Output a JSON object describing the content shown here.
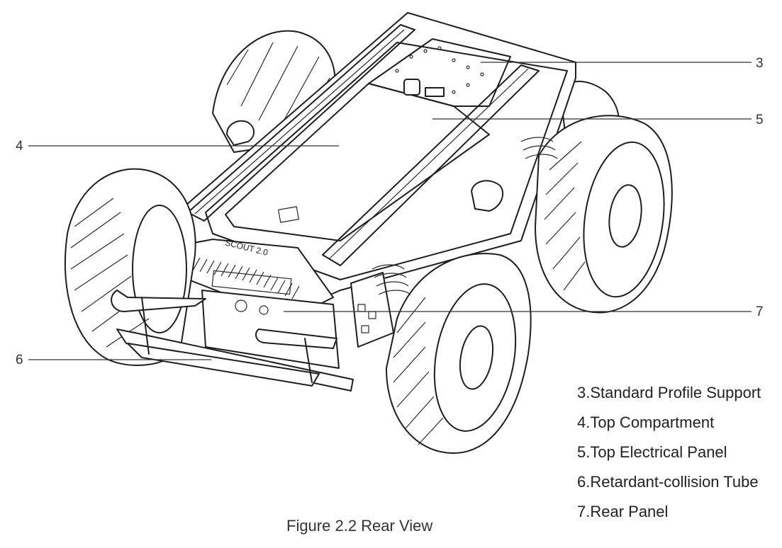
{
  "figure": {
    "caption": "Figure 2.2 Rear View",
    "badge_text": "SCOUT 2.0",
    "callouts": [
      {
        "number": "3"
      },
      {
        "number": "4"
      },
      {
        "number": "5"
      },
      {
        "number": "6"
      },
      {
        "number": "7"
      }
    ],
    "legend": [
      "3.Standard Profile Support",
      "4.Top Compartment",
      "5.Top Electrical Panel",
      "6.Retardant-collision Tube",
      "7.Rear Panel"
    ]
  }
}
